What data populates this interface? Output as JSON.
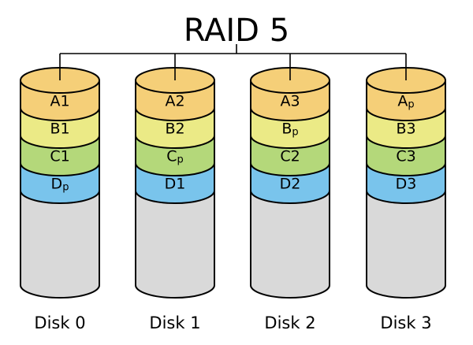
{
  "title": "RAID 5",
  "colors": {
    "A": "#f5cf78",
    "B": "#ebea86",
    "C": "#b4d87a",
    "D": "#79c4ec",
    "empty": "#d9d9d9",
    "stroke": "#000000"
  },
  "disks": [
    {
      "label": "Disk 0",
      "blocks": [
        {
          "row": "A",
          "text": "A1",
          "sub": ""
        },
        {
          "row": "B",
          "text": "B1",
          "sub": ""
        },
        {
          "row": "C",
          "text": "C1",
          "sub": ""
        },
        {
          "row": "D",
          "text": "D",
          "sub": "p"
        }
      ]
    },
    {
      "label": "Disk 1",
      "blocks": [
        {
          "row": "A",
          "text": "A2",
          "sub": ""
        },
        {
          "row": "B",
          "text": "B2",
          "sub": ""
        },
        {
          "row": "C",
          "text": "C",
          "sub": "p"
        },
        {
          "row": "D",
          "text": "D1",
          "sub": ""
        }
      ]
    },
    {
      "label": "Disk 2",
      "blocks": [
        {
          "row": "A",
          "text": "A3",
          "sub": ""
        },
        {
          "row": "B",
          "text": "B",
          "sub": "p"
        },
        {
          "row": "C",
          "text": "C2",
          "sub": ""
        },
        {
          "row": "D",
          "text": "D2",
          "sub": ""
        }
      ]
    },
    {
      "label": "Disk 3",
      "blocks": [
        {
          "row": "A",
          "text": "A",
          "sub": "p"
        },
        {
          "row": "B",
          "text": "B3",
          "sub": ""
        },
        {
          "row": "C",
          "text": "C3",
          "sub": ""
        },
        {
          "row": "D",
          "text": "D3",
          "sub": ""
        }
      ]
    }
  ]
}
